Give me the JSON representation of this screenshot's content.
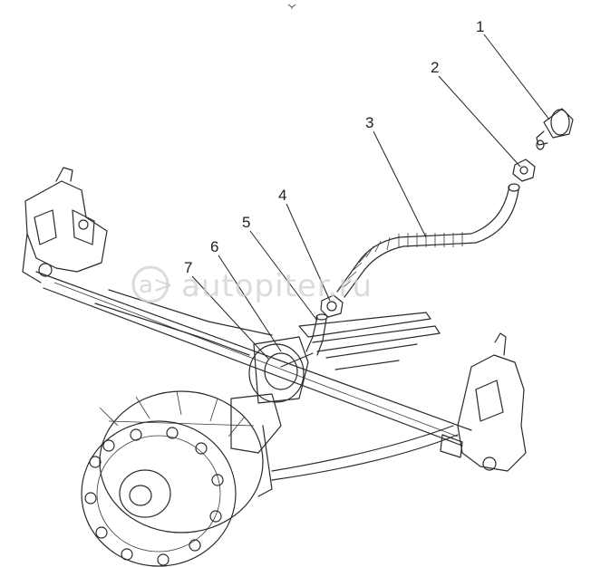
{
  "callouts": [
    {
      "label": "1"
    },
    {
      "label": "2"
    },
    {
      "label": "3"
    },
    {
      "label": "4"
    },
    {
      "label": "5"
    },
    {
      "label": "6"
    },
    {
      "label": "7"
    }
  ],
  "watermark": {
    "symbol": "a>",
    "text": "autopiter.ru",
    "color": "#cfcfcf"
  },
  "colors": {
    "line": "#2a2a2a",
    "background": "#ffffff"
  }
}
